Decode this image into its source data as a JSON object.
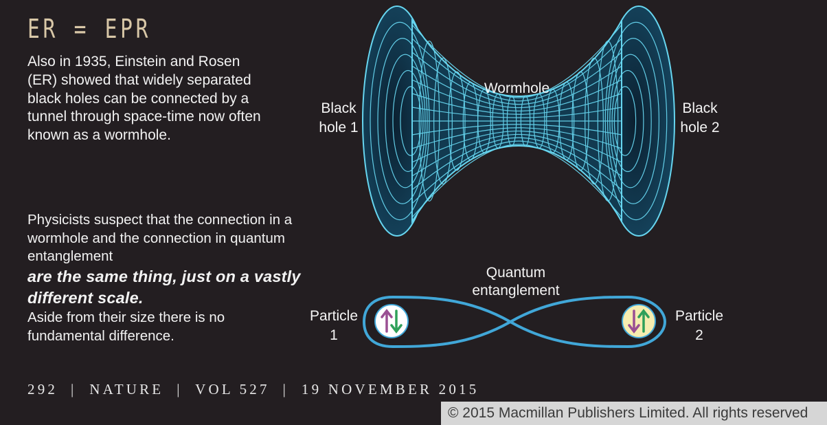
{
  "heading": "ER = EPR",
  "paragraph1": "Also in 1935, Einstein and Rosen (ER) showed that widely separated black holes can be connected by a tunnel through space-time now often known as a wormhole.",
  "paragraph2": {
    "intro": "Physicists suspect that the connection in a wormhole and the connection in quantum entanglement",
    "emphasis": "are the same thing, just on a vastly different scale.",
    "outro": "Aside from their size there is no fundamental difference."
  },
  "labels": {
    "black_hole_1": [
      "Black",
      "hole 1"
    ],
    "black_hole_2": [
      "Black",
      "hole 2"
    ],
    "wormhole": "Wormhole",
    "quantum_entanglement": [
      "Quantum",
      "entanglement"
    ],
    "particle_1": [
      "Particle",
      "1"
    ],
    "particle_2": [
      "Particle",
      "2"
    ]
  },
  "footer": "292  |  NATURE  |  VOL 527  |  19 NOVEMBER 2015",
  "copyright": "© 2015 Macmillan Publishers Limited. All rights reserved",
  "colors": {
    "background": "#231e21",
    "wormhole_grid": "#67d6f0",
    "wormhole_fill": "#12364a",
    "loop": "#41a7d8",
    "arrow_green": "#2fa05a",
    "arrow_purple": "#9a4f93",
    "particle1_fill": "#ffffff",
    "particle2_fill": "#f6edb0"
  }
}
